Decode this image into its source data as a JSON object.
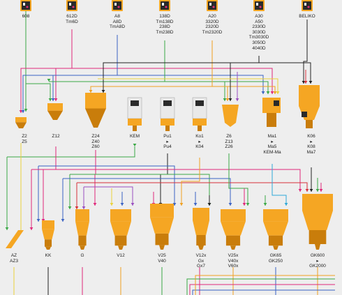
{
  "colors": {
    "background": "#eeeeee",
    "machine": "#f5a623",
    "machine_dark": "#c97d0b",
    "panel": "#2a2a2a",
    "line_green": "#3aa845",
    "line_pink": "#e0287a",
    "line_blue": "#3b63c4",
    "line_orange": "#f0a020",
    "line_yellow": "#e9d23a",
    "line_black": "#222222",
    "line_red": "#d6303a",
    "line_purple": "#9a4fc0",
    "line_cyan": "#2fa8d8"
  },
  "top_units": [
    {
      "label": "608",
      "icon": "control-panel-icon"
    },
    {
      "label": "612D\nTm6D",
      "icon": "control-panel-icon"
    },
    {
      "label": "A8\nA8D\nTmA8D",
      "icon": "control-panel-icon"
    },
    {
      "label": "138D\nTm138D\n238D\nTm238D",
      "icon": "control-panel-icon"
    },
    {
      "label": "A20\n3320D\n2320D\nTm2320D",
      "icon": "control-panel-icon"
    },
    {
      "label": "A30\nA50\n2330D\n3030D\nTm3030D\n3050D\n4040D",
      "icon": "control-panel-icon"
    },
    {
      "label": "BELIKO",
      "icon": "control-panel-icon"
    }
  ],
  "middle_units": [
    {
      "label": "Z2\nZ5",
      "icon": "small-hopper-icon"
    },
    {
      "label": "Z12",
      "icon": "hopper-icon"
    },
    {
      "label": "Z24\nZ40\nZ60",
      "icon": "large-hopper-icon"
    },
    {
      "label": "KEM",
      "icon": "mixer-unit-icon"
    },
    {
      "label": "Pu1\n▸\nPu4",
      "icon": "mixer-unit-icon"
    },
    {
      "label": "Ko1\n▸\nK04",
      "icon": "mixer-unit-icon"
    },
    {
      "label": "Z6\nZ13\nZ26",
      "icon": "angled-hopper-icon"
    },
    {
      "label": "Ma1\n▸\nMa5\nKEM-Ma",
      "icon": "dosing-unit-icon"
    },
    {
      "label": "K06\n▸\nK08\nMa7",
      "icon": "dosing-unit-icon"
    }
  ],
  "bottom_units": [
    {
      "label": "AZ\nAZ3",
      "icon": "chute-icon"
    },
    {
      "label": "KK",
      "icon": "valve-icon"
    },
    {
      "label": "G",
      "icon": "gravity-unit-icon"
    },
    {
      "label": "V12",
      "icon": "venturi-unit-icon"
    },
    {
      "label": "V25\nV40",
      "icon": "venturi-unit-icon"
    },
    {
      "label": "V12x\nGx\nGx7",
      "icon": "venturi-unit-icon"
    },
    {
      "label": "V25x\nV40x\nV60x",
      "icon": "venturi-unit-icon"
    },
    {
      "label": "GK65\nGK250",
      "icon": "gravimetric-unit-icon"
    },
    {
      "label": "GK600\n▸\nGK2000",
      "icon": "gravimetric-unit-icon"
    }
  ]
}
